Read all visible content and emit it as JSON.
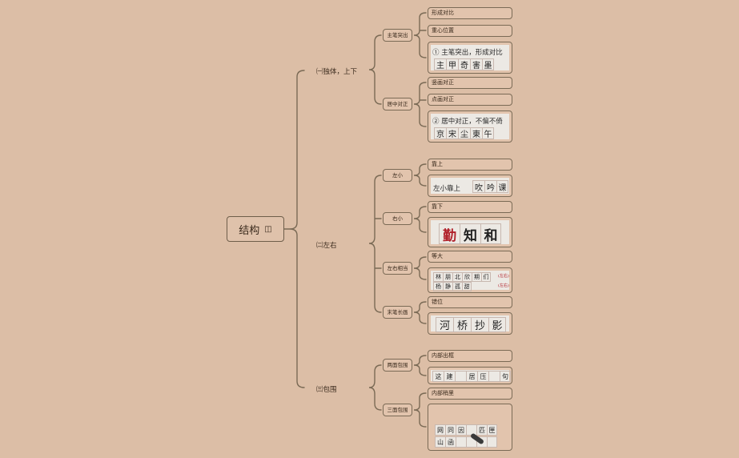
{
  "root": {
    "label": "结构",
    "icon": "notes-icon"
  },
  "branches": {
    "b1": {
      "label": "㈠独体，上下",
      "subs": {
        "s1": {
          "label": "主笔突出",
          "notes": [
            "形成对比",
            "重心位置"
          ],
          "sample_text": "① 主笔突出，形成对比",
          "sample_chars": [
            "主",
            "甲",
            "奇",
            "害",
            "墨"
          ]
        },
        "s2": {
          "label": "居中对正",
          "notes": [
            "竖画对正",
            "点画对正"
          ],
          "sample_text": "② 居中对正，不偏不倚",
          "sample_chars": [
            "京",
            "宋",
            "尘",
            "東",
            "午"
          ]
        }
      }
    },
    "b2": {
      "label": "㈡左右",
      "subs": {
        "s1": {
          "label": "左小",
          "note": "靠上",
          "sample_text": "左小靠上",
          "sample_chars": [
            "吹",
            "吟",
            "课"
          ]
        },
        "s2": {
          "label": "右小",
          "note": "靠下",
          "sample_chars": [
            "勤",
            "知",
            "和"
          ]
        },
        "s3": {
          "label": "左右相当",
          "note": "等大",
          "row1": [
            "林",
            "朋",
            "北",
            "欣",
            "期",
            "们"
          ],
          "row2": [
            "杨",
            "静",
            "孤",
            "甜"
          ],
          "side_notes": [
            "(左右)",
            "(左右)"
          ]
        },
        "s4": {
          "label": "末笔长画",
          "note": "错位",
          "sample_chars": [
            "河",
            "桥",
            "抄",
            "影"
          ]
        }
      }
    },
    "b3": {
      "label": "㈢包围",
      "subs": {
        "s1": {
          "label": "两面包围",
          "note": "内部出框",
          "sample_chars": [
            "这",
            "建",
            "居",
            "压",
            "句"
          ]
        },
        "s2": {
          "label": "三面包围",
          "note": "内部稍里",
          "row1": [
            "网",
            "同",
            "因",
            "匹",
            "匣"
          ],
          "row2": [
            "山",
            "函"
          ]
        }
      }
    }
  },
  "colors": {
    "background": "#dcbea6",
    "line": "#7a6a55",
    "ink_red": "#b0202a"
  }
}
